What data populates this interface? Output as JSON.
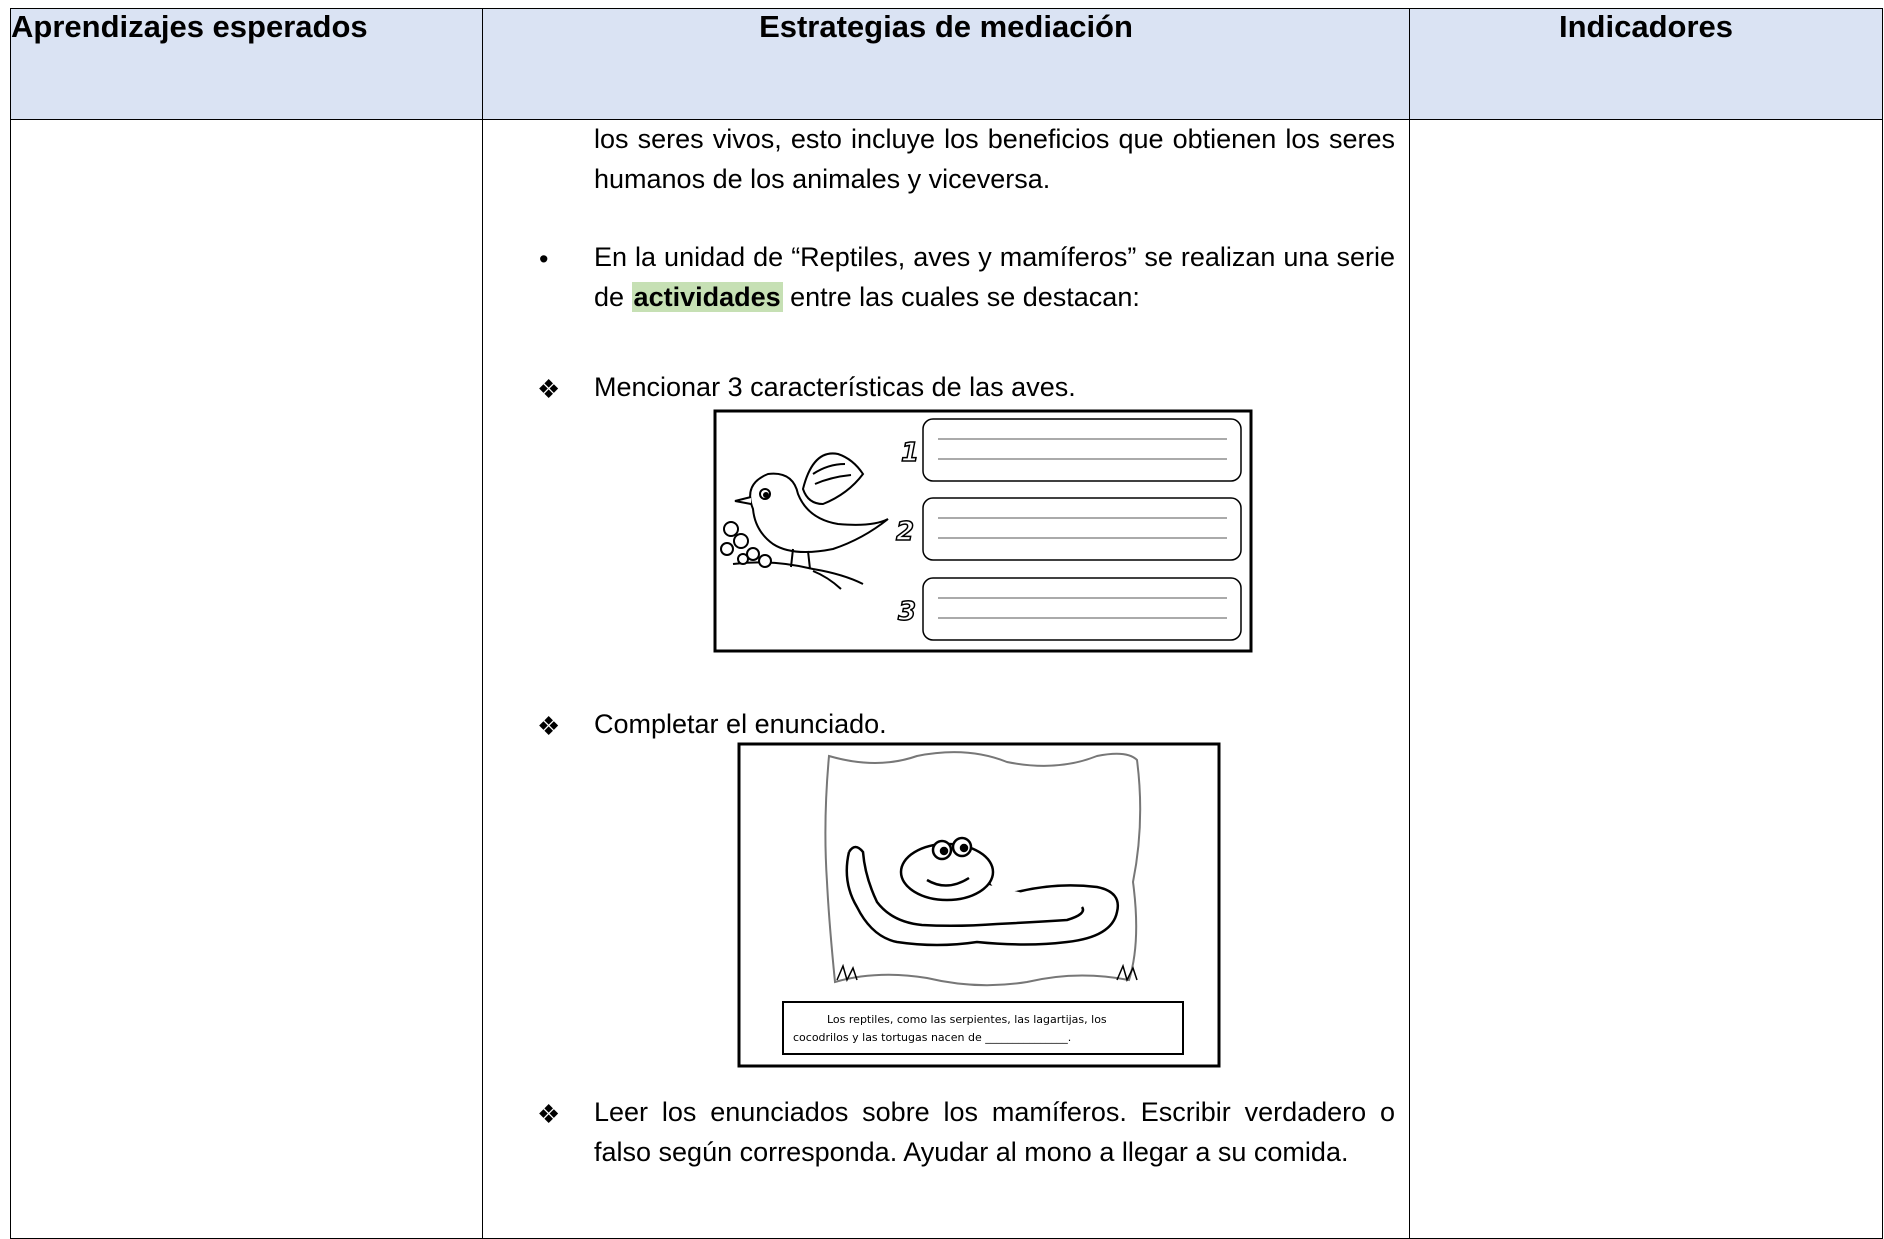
{
  "header": {
    "col1": "Aprendizajes esperados",
    "col2": "Estrategias de mediación",
    "col3": "Indicadores"
  },
  "body": {
    "intro_text": "los seres vivos, esto incluye los beneficios que obtienen los seres humanos de los animales y viceversa.",
    "bullet1": {
      "before": "En la unidad de “Reptiles, aves y mamíferos” se realizan una serie de ",
      "highlight": "actividades",
      "after": " entre las cuales se destacan:"
    },
    "activity1": "Mencionar 3 características de las aves.",
    "activity1_numbers": [
      "1",
      "2",
      "3"
    ],
    "activity2": "Completar el enunciado.",
    "activity2_caption_line1": "Los reptiles, como las serpientes, las lagartijas, los",
    "activity2_caption_line2": "cocodrilos y las tortugas nacen de _______________.",
    "activity3": "Leer los enunciados sobre los mamíferos. Escribir verdadero o falso según corresponda. Ayudar al mono a llegar a su comida."
  }
}
